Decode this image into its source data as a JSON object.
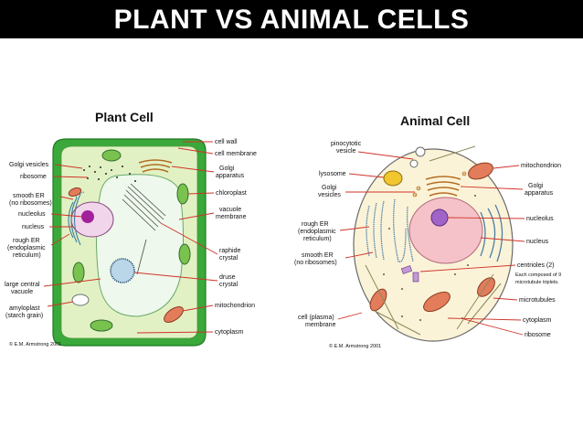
{
  "header": {
    "title": "PLANT VS ANIMAL CELLS"
  },
  "plant": {
    "title": "Plant Cell",
    "copyright": "© E.M. Armstrong 2001",
    "labels_left": [
      "Golgi vesicles",
      "ribosome",
      "smooth ER",
      "(no ribosomes)",
      "nucleolus",
      "nucleus",
      "rough ER",
      "(endoplasmic",
      "reticulum)",
      "large central",
      "vacuole",
      "amyloplast",
      "(starch grain)"
    ],
    "labels_right": [
      "cell wall",
      "cell membrane",
      "Golgi",
      "apparatus",
      "chloroplast",
      "vacuole",
      "membrane",
      "raphide",
      "crystal",
      "druse",
      "crystal",
      "mitochondrion",
      "cytoplasm"
    ]
  },
  "animal": {
    "title": "Animal Cell",
    "copyright": "© E.M. Armstrong 2001",
    "labels_left": [
      "pinocytotic",
      "vesicle",
      "lysosome",
      "Golgi",
      "vesicles",
      "rough ER",
      "(endoplasmic",
      "reticulum)",
      "smooth ER",
      "(no ribosomes)",
      "cell (plasma)",
      "membrane"
    ],
    "labels_right": [
      "mitochondrion",
      "Golgi",
      "apparatus",
      "nucleolus",
      "nucleus",
      "centrioles (2)",
      "Each composed of 9",
      "microtubule triplets.",
      "microtubules",
      "cytoplasm",
      "ribosome"
    ]
  }
}
